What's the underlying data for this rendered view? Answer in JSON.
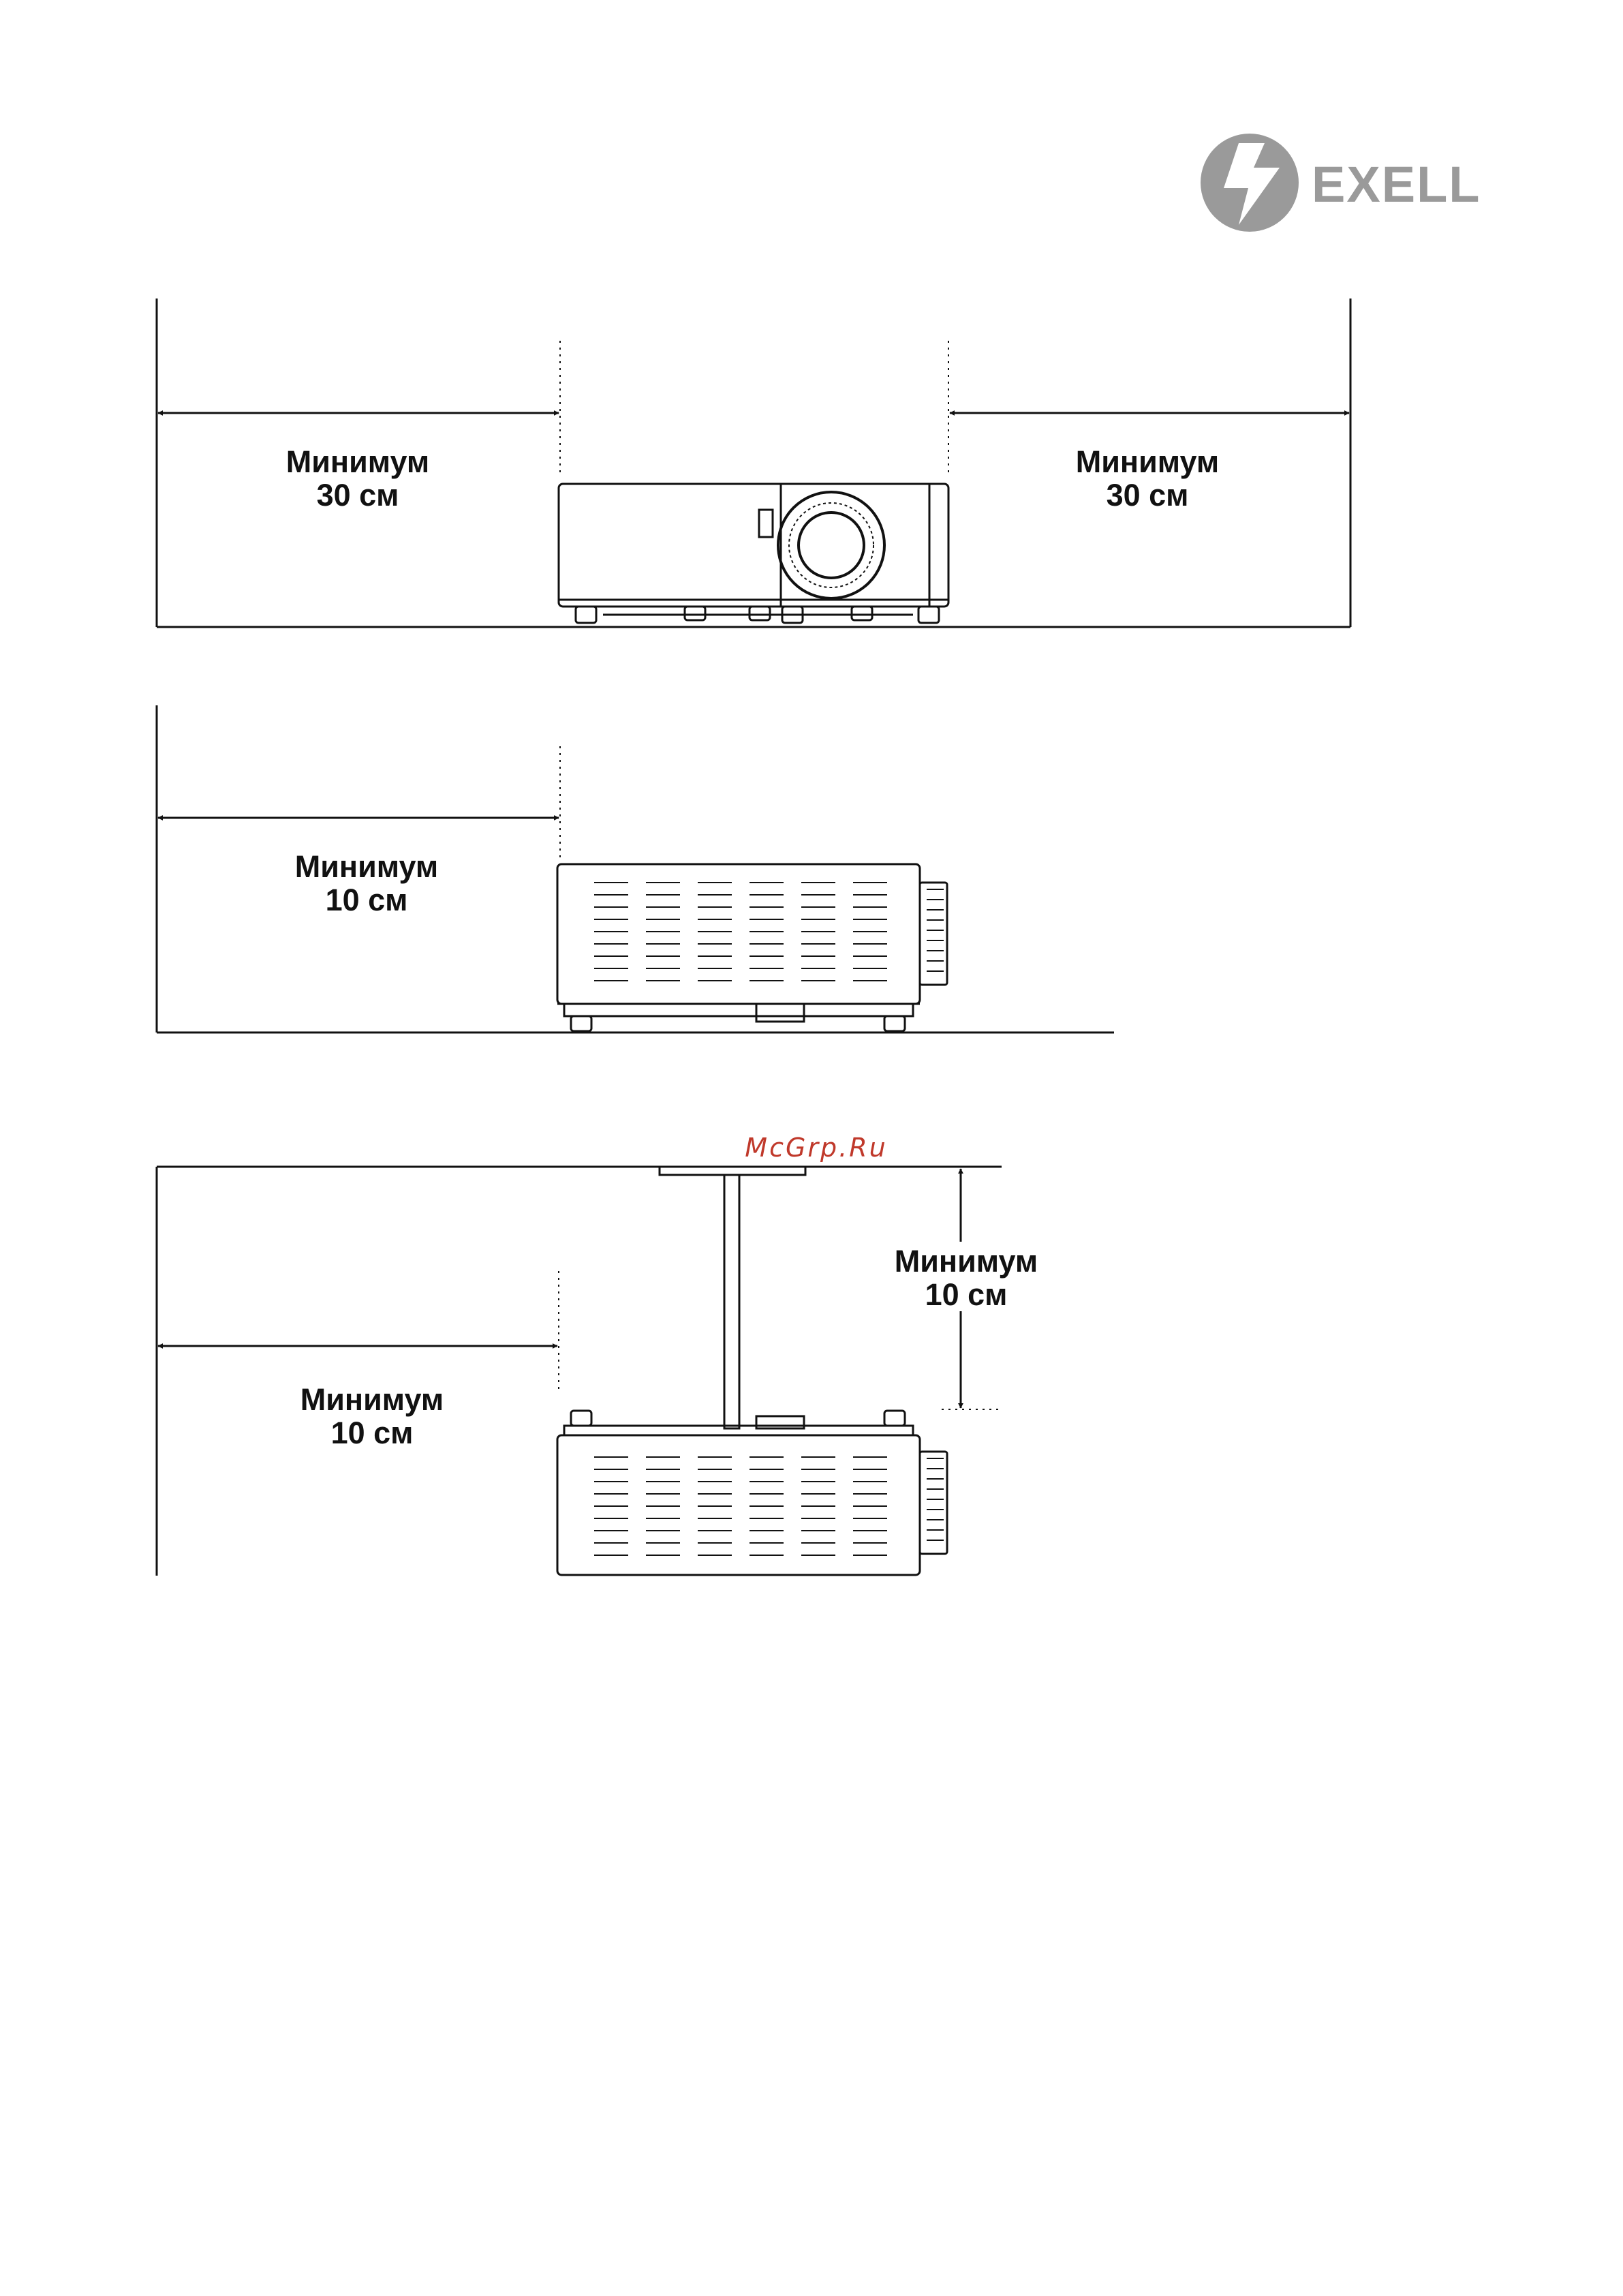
{
  "brand": {
    "logo_text": "EXELL",
    "logo_color": "#9a9a9a"
  },
  "watermark": {
    "text": "McGrp.Ru",
    "color": "#c0392b"
  },
  "diagrams": [
    {
      "view": "front",
      "labels": [
        {
          "line1": "Минимум",
          "line2": "30 см"
        },
        {
          "line1": "Минимум",
          "line2": "30 см"
        }
      ]
    },
    {
      "view": "side-floor",
      "labels": [
        {
          "line1": "Минимум",
          "line2": "10 см"
        }
      ]
    },
    {
      "view": "side-ceiling",
      "labels": [
        {
          "line1": "Минимум",
          "line2": "10 см"
        },
        {
          "line1": "Минимум",
          "line2": "10 см"
        }
      ]
    }
  ]
}
